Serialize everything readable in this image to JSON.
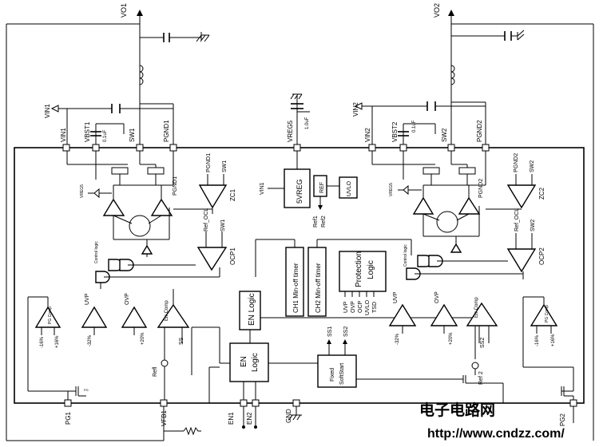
{
  "rails": {
    "vo1": "VO1",
    "vo2": "VO2",
    "vin1": "VIN1",
    "vin2": "VIN2",
    "vreg5": "VREG5",
    "cap_1uf": "1.0uF"
  },
  "pins_top_left": {
    "vin1": "VIN1",
    "vbst1": "VBST1",
    "sw1": "SW1",
    "pgnd1": "PGND1",
    "cap": "0.1uF"
  },
  "pins_top_right": {
    "vin2": "VIN2",
    "vbst2": "VBST2",
    "sw2": "SW2",
    "pgnd2": "PGND2",
    "cap": "0.1uF"
  },
  "pins_bottom": {
    "pg1": "PG1",
    "vfb1": "VFB1",
    "en1": "EN1",
    "en2": "EN2",
    "gnd": "GND",
    "pg2": "PG2"
  },
  "blocks": {
    "vreg": "5VREG",
    "ref": "REF",
    "uvlo": "UVLO",
    "ch1_timer": "CH1 Min-off timer",
    "ch2_timer": "CH2 Min-off timer",
    "protection_1": "Protection",
    "protection_2": "Logic",
    "en_logic_top": "EN Logic",
    "en_logic_bot_1": "EN",
    "en_logic_bot_2": "Logic",
    "softstart_1": "Fixed",
    "softstart_2": "SoftStart"
  },
  "labels": {
    "vin1_in": "VIN1",
    "ref1": "Ref1",
    "ref2": "Ref2",
    "protection_inputs": [
      "UVP",
      "OVP",
      "OCP",
      "UVLO",
      "TSD"
    ],
    "vreg5_left": "VREG5",
    "vreg5_right": "VREG5",
    "control_logic": "Control logic",
    "pgnd1_zc": "PGND1",
    "sw1_zc": "SW1",
    "zc1": "ZC1",
    "ref_ocl": "Ref_OCL",
    "sw1_ocp": "SW1",
    "ocp1": "OCP1",
    "pgnd2_zc": "PGND2",
    "sw2_zc": "SW2",
    "zc2": "ZC2",
    "ref_ocl_2": "Ref_OCL",
    "sw2_ocp": "SW2",
    "ocp2": "OCP2",
    "pgnd1_drv": "PGND1",
    "pgnd2_drv": "PGND2",
    "uvp_l": "UVP",
    "ovp_l": "OVP",
    "pct_n32_l": "-32%",
    "pct_p20_l": "+20%",
    "uvp_r": "UVP",
    "ovp_r": "OVP",
    "pct_n32_r": "-32%",
    "pct_p20_r": "+20%",
    "pgcomp_l": "PG Comp",
    "pct_n16_l": "-16%",
    "pct_p16_l": "+16%",
    "pgcomp_r": "PG Comp",
    "pct_n16_r": "-16%",
    "pct_p16_r": "+16%",
    "ss1": "SS1",
    "ss2": "SS2",
    "err_l": "Err Comp",
    "err_r": "Err Comp",
    "ss_l": "SS",
    "ss_r": "SS2",
    "refl": "Refl",
    "ref_2": "Ref 2",
    "ss1_out": "SS1",
    "ss2_out": "SS2",
    "pg_sw": "PG"
  },
  "watermark": {
    "cn": "电子电路网",
    "url": "http://www.cndzz.com/"
  }
}
